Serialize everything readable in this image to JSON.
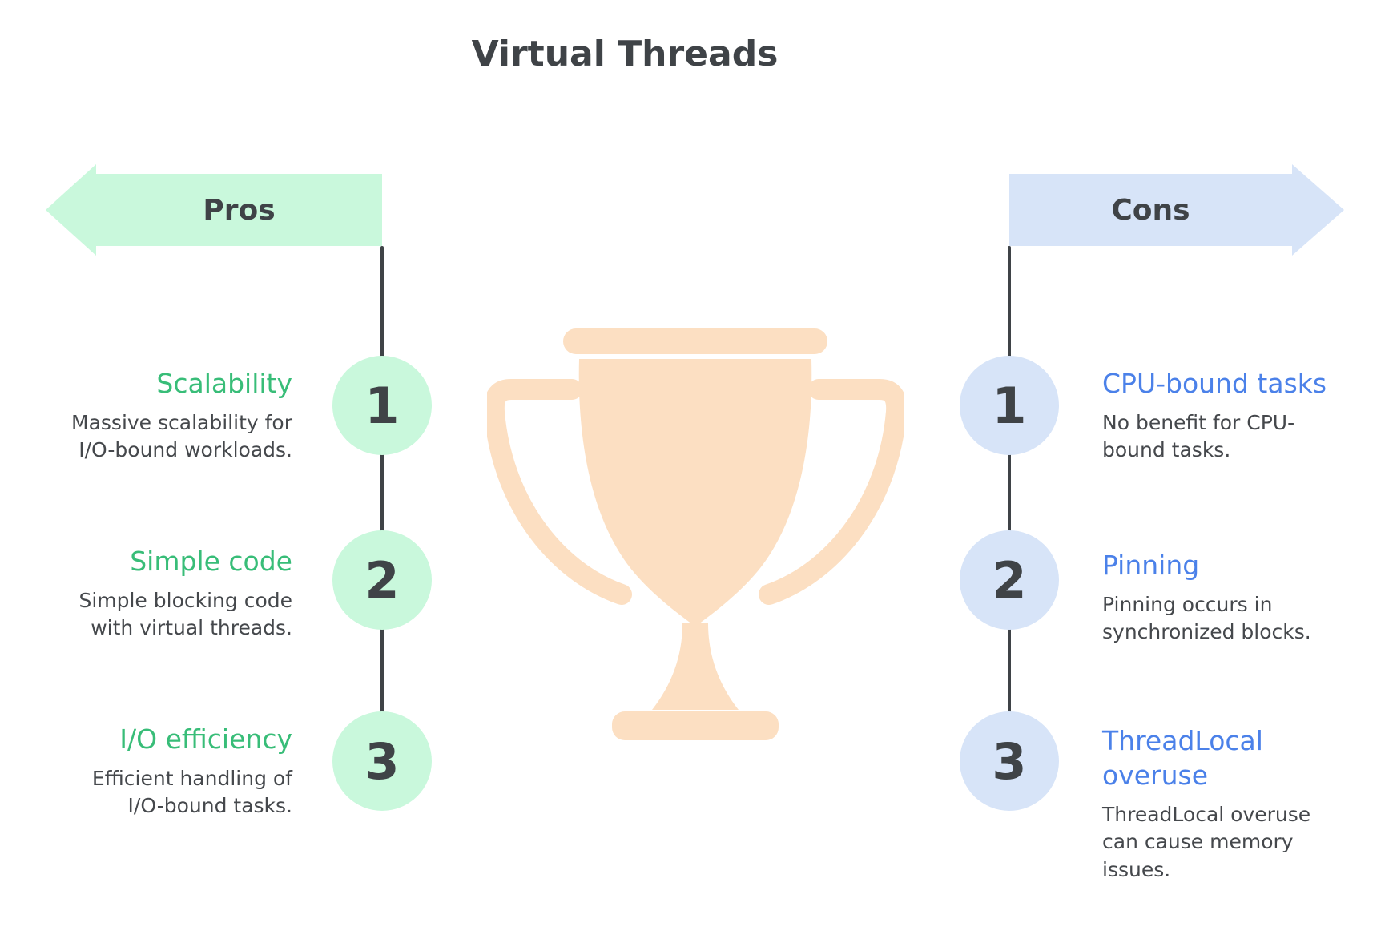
{
  "title": "Virtual Threads",
  "center_icon": "trophy-icon",
  "pros": {
    "label": "Pros",
    "items": [
      {
        "number": "1",
        "heading": "Scalability",
        "description": "Massive scalability for\nI/O-bound workloads."
      },
      {
        "number": "2",
        "heading": "Simple code",
        "description": "Simple blocking code\nwith virtual threads."
      },
      {
        "number": "3",
        "heading": "I/O efficiency",
        "description": "Efficient handling of\nI/O-bound tasks."
      }
    ]
  },
  "cons": {
    "label": "Cons",
    "items": [
      {
        "number": "1",
        "heading": "CPU-bound tasks",
        "description": "No benefit for CPU-\nbound tasks."
      },
      {
        "number": "2",
        "heading": "Pinning",
        "description": "Pinning occurs in\nsynchronized blocks."
      },
      {
        "number": "3",
        "heading": "ThreadLocal\noveruse",
        "description": "ThreadLocal overuse\ncan cause memory\nissues."
      }
    ]
  },
  "colors": {
    "mint": "#c9f8dc",
    "green": "#38bd78",
    "lightblue": "#d7e4f8",
    "blue": "#4b81e9",
    "dark": "#3f4347",
    "text": "#45484c",
    "peach": "#fcdfc2",
    "line": "#3f4347"
  }
}
